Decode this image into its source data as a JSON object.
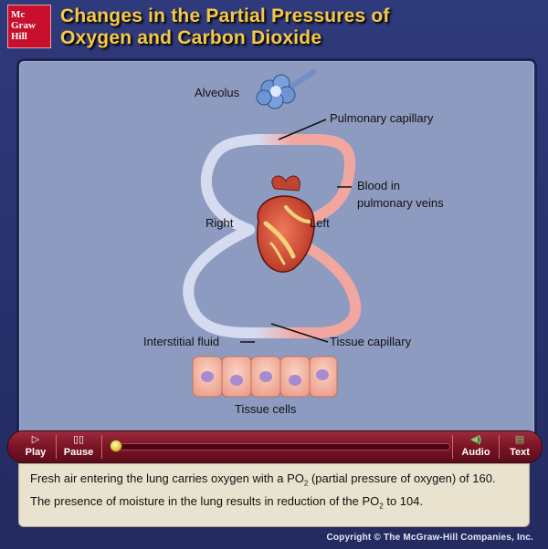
{
  "brand": {
    "logo_lines": [
      "Mc",
      "Graw",
      "Hill"
    ]
  },
  "title": {
    "line1": "Changes in the Partial Pressures of",
    "line2": "Oxygen and Carbon Dioxide"
  },
  "diagram": {
    "labels": {
      "alveolus": "Alveolus",
      "pulmonary_capillary": "Pulmonary capillary",
      "blood_pulmonary_veins_1": "Blood in",
      "blood_pulmonary_veins_2": "pulmonary veins",
      "right": "Right",
      "left": "Left",
      "interstitial_fluid": "Interstitial fluid",
      "tissue_capillary": "Tissue capillary",
      "tissue_cells": "Tissue cells"
    },
    "colors": {
      "oxygenated": "#f2a6a0",
      "deoxygenated": "#d6dcf0",
      "heart": "#d9503c",
      "tissue_cell": "#f4b0a0",
      "nucleus": "#a88ad0",
      "alveolus": "#5f86c8"
    }
  },
  "controls": {
    "play_label": "Play",
    "pause_label": "Pause",
    "audio_label": "Audio",
    "text_label": "Text",
    "play_icon": "play-icon",
    "pause_icon": "pause-icon",
    "audio_icon": "speaker-icon",
    "text_icon": "text-icon",
    "progress": 0.0
  },
  "caption": {
    "part1": "Fresh air entering the lung carries oxygen with a P",
    "sub1": "O",
    "sub1b": "2",
    "part2": " (partial pressure of oxygen) of 160. The presence of moisture in the lung results in reduction of the P",
    "sub2": "O",
    "sub2b": "2",
    "part3": " to 104."
  },
  "copyright": "Copyright © The McGraw-Hill Companies, Inc."
}
